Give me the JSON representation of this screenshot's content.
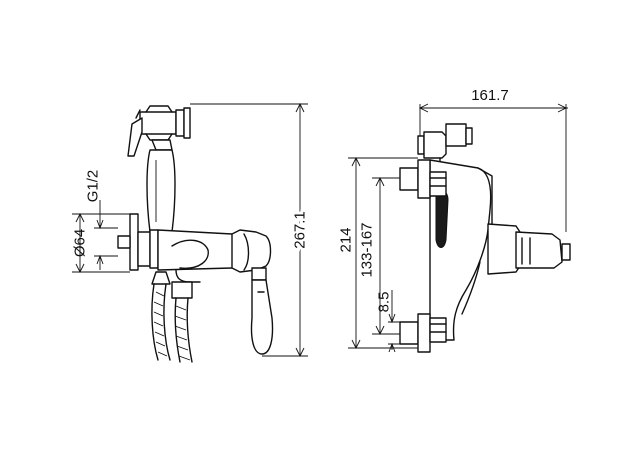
{
  "dimensions": {
    "hose_width": "161.7",
    "total_height_left": "267.1",
    "thread": "G1/2",
    "flange_diameter": "Ø64",
    "total_height_right": "214",
    "center_distance_range": "133-167",
    "offset": "8.5"
  }
}
